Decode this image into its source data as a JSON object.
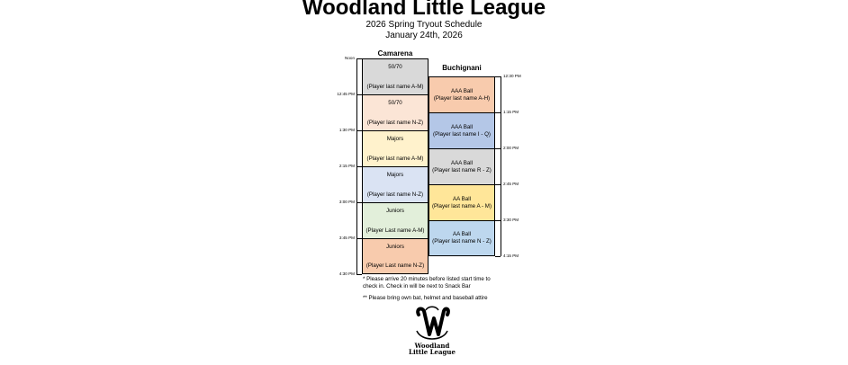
{
  "header": {
    "title": "Woodland Little League",
    "subtitle": "2026 Spring Tryout Schedule",
    "date": "January 24th, 2026"
  },
  "columns": {
    "left": "Camarena",
    "right": "Buchignani"
  },
  "left_times": [
    "Noon",
    "12:45 PM",
    "1:30 PM",
    "2:15 PM",
    "3:00 PM",
    "3:45 PM",
    "4:30 PM"
  ],
  "right_times": [
    "12:30 PM",
    "1:15 PM",
    "2:00 PM",
    "2:45 PM",
    "3:30 PM",
    "4:15 PM"
  ],
  "camarena_blocks": [
    {
      "title": "50/70",
      "detail": "(Player last name A-M)",
      "color": "#d9d9d9"
    },
    {
      "title": "50/70",
      "detail": "(Player last name N-Z)",
      "color": "#fbe5d6"
    },
    {
      "title": "Majors",
      "detail": "(Player last name A-M)",
      "color": "#fff2cc"
    },
    {
      "title": "Majors",
      "detail": "(Player last name N-Z)",
      "color": "#dae3f3"
    },
    {
      "title": "Juniors",
      "detail": "(Player Last name A-M)",
      "color": "#e2efda"
    },
    {
      "title": "Juniors",
      "detail": "(Player Last name N-Z)",
      "color": "#f8cbad"
    }
  ],
  "buchignani_blocks": [
    {
      "title": "AAA Ball",
      "detail": "(Player last name A-H)",
      "color": "#f8cbad"
    },
    {
      "title": "AAA Ball",
      "detail": "(Player last name I - Q)",
      "color": "#b4c7e7"
    },
    {
      "title": "AAA Ball",
      "detail": "(Player last name R - Z)",
      "color": "#d9d9d9"
    },
    {
      "title": "AA Ball",
      "detail": "(Player last name A - M)",
      "color": "#ffe699"
    },
    {
      "title": "AA Ball",
      "detail": "(Player last name N - Z)",
      "color": "#bdd7ee"
    }
  ],
  "notes": {
    "line1": "* Please arrive 20 minutes before listed start time to",
    "line2": "check in. Check in will be next to Snack Bar",
    "line3": "** Please bring own bat, helmet and baseball attire"
  },
  "logo": {
    "icon": "curly-w-logo-icon",
    "line1": "Woodland",
    "line2": "Little League"
  }
}
